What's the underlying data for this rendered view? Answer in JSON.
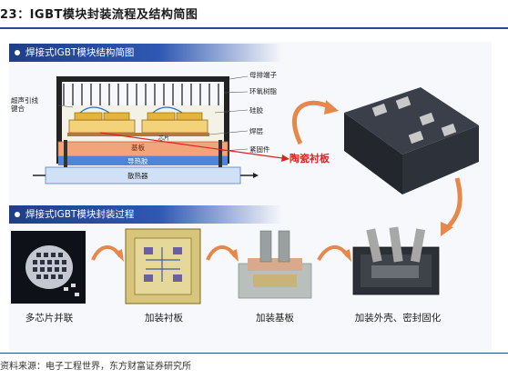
{
  "figure_title": "23：IGBT模块封装流程及结构简图",
  "structure_section": {
    "header": "焊接式IGBT模块结构简图",
    "labels": {
      "bond_left": "超声引线\n键合",
      "terminal": "母排端子",
      "epoxy": "环氧树脂",
      "gel": "硅胶",
      "solder": "焊层",
      "fastener": "紧固件",
      "substrate": "基板",
      "heat_conductive": "导热胶",
      "heatsink": "散热器",
      "chip": "芯片",
      "ceramic": "陶瓷衬板"
    }
  },
  "process_section": {
    "header": "焊接式IGBT模块封装过程",
    "steps": [
      {
        "label": "多芯片并联"
      },
      {
        "label": "加装衬板"
      },
      {
        "label": "加装基板"
      },
      {
        "label": "加装外壳、密封固化"
      }
    ]
  },
  "source": "资料来源：电子工程世界，东方财富证券研究所",
  "colors": {
    "header_blue": "#1f3e86",
    "arrow_orange": "#e8874a",
    "label_red": "#dd2222",
    "substrate_orange": "#f2a57a",
    "heatsink_blue": "#8fb3e8"
  }
}
